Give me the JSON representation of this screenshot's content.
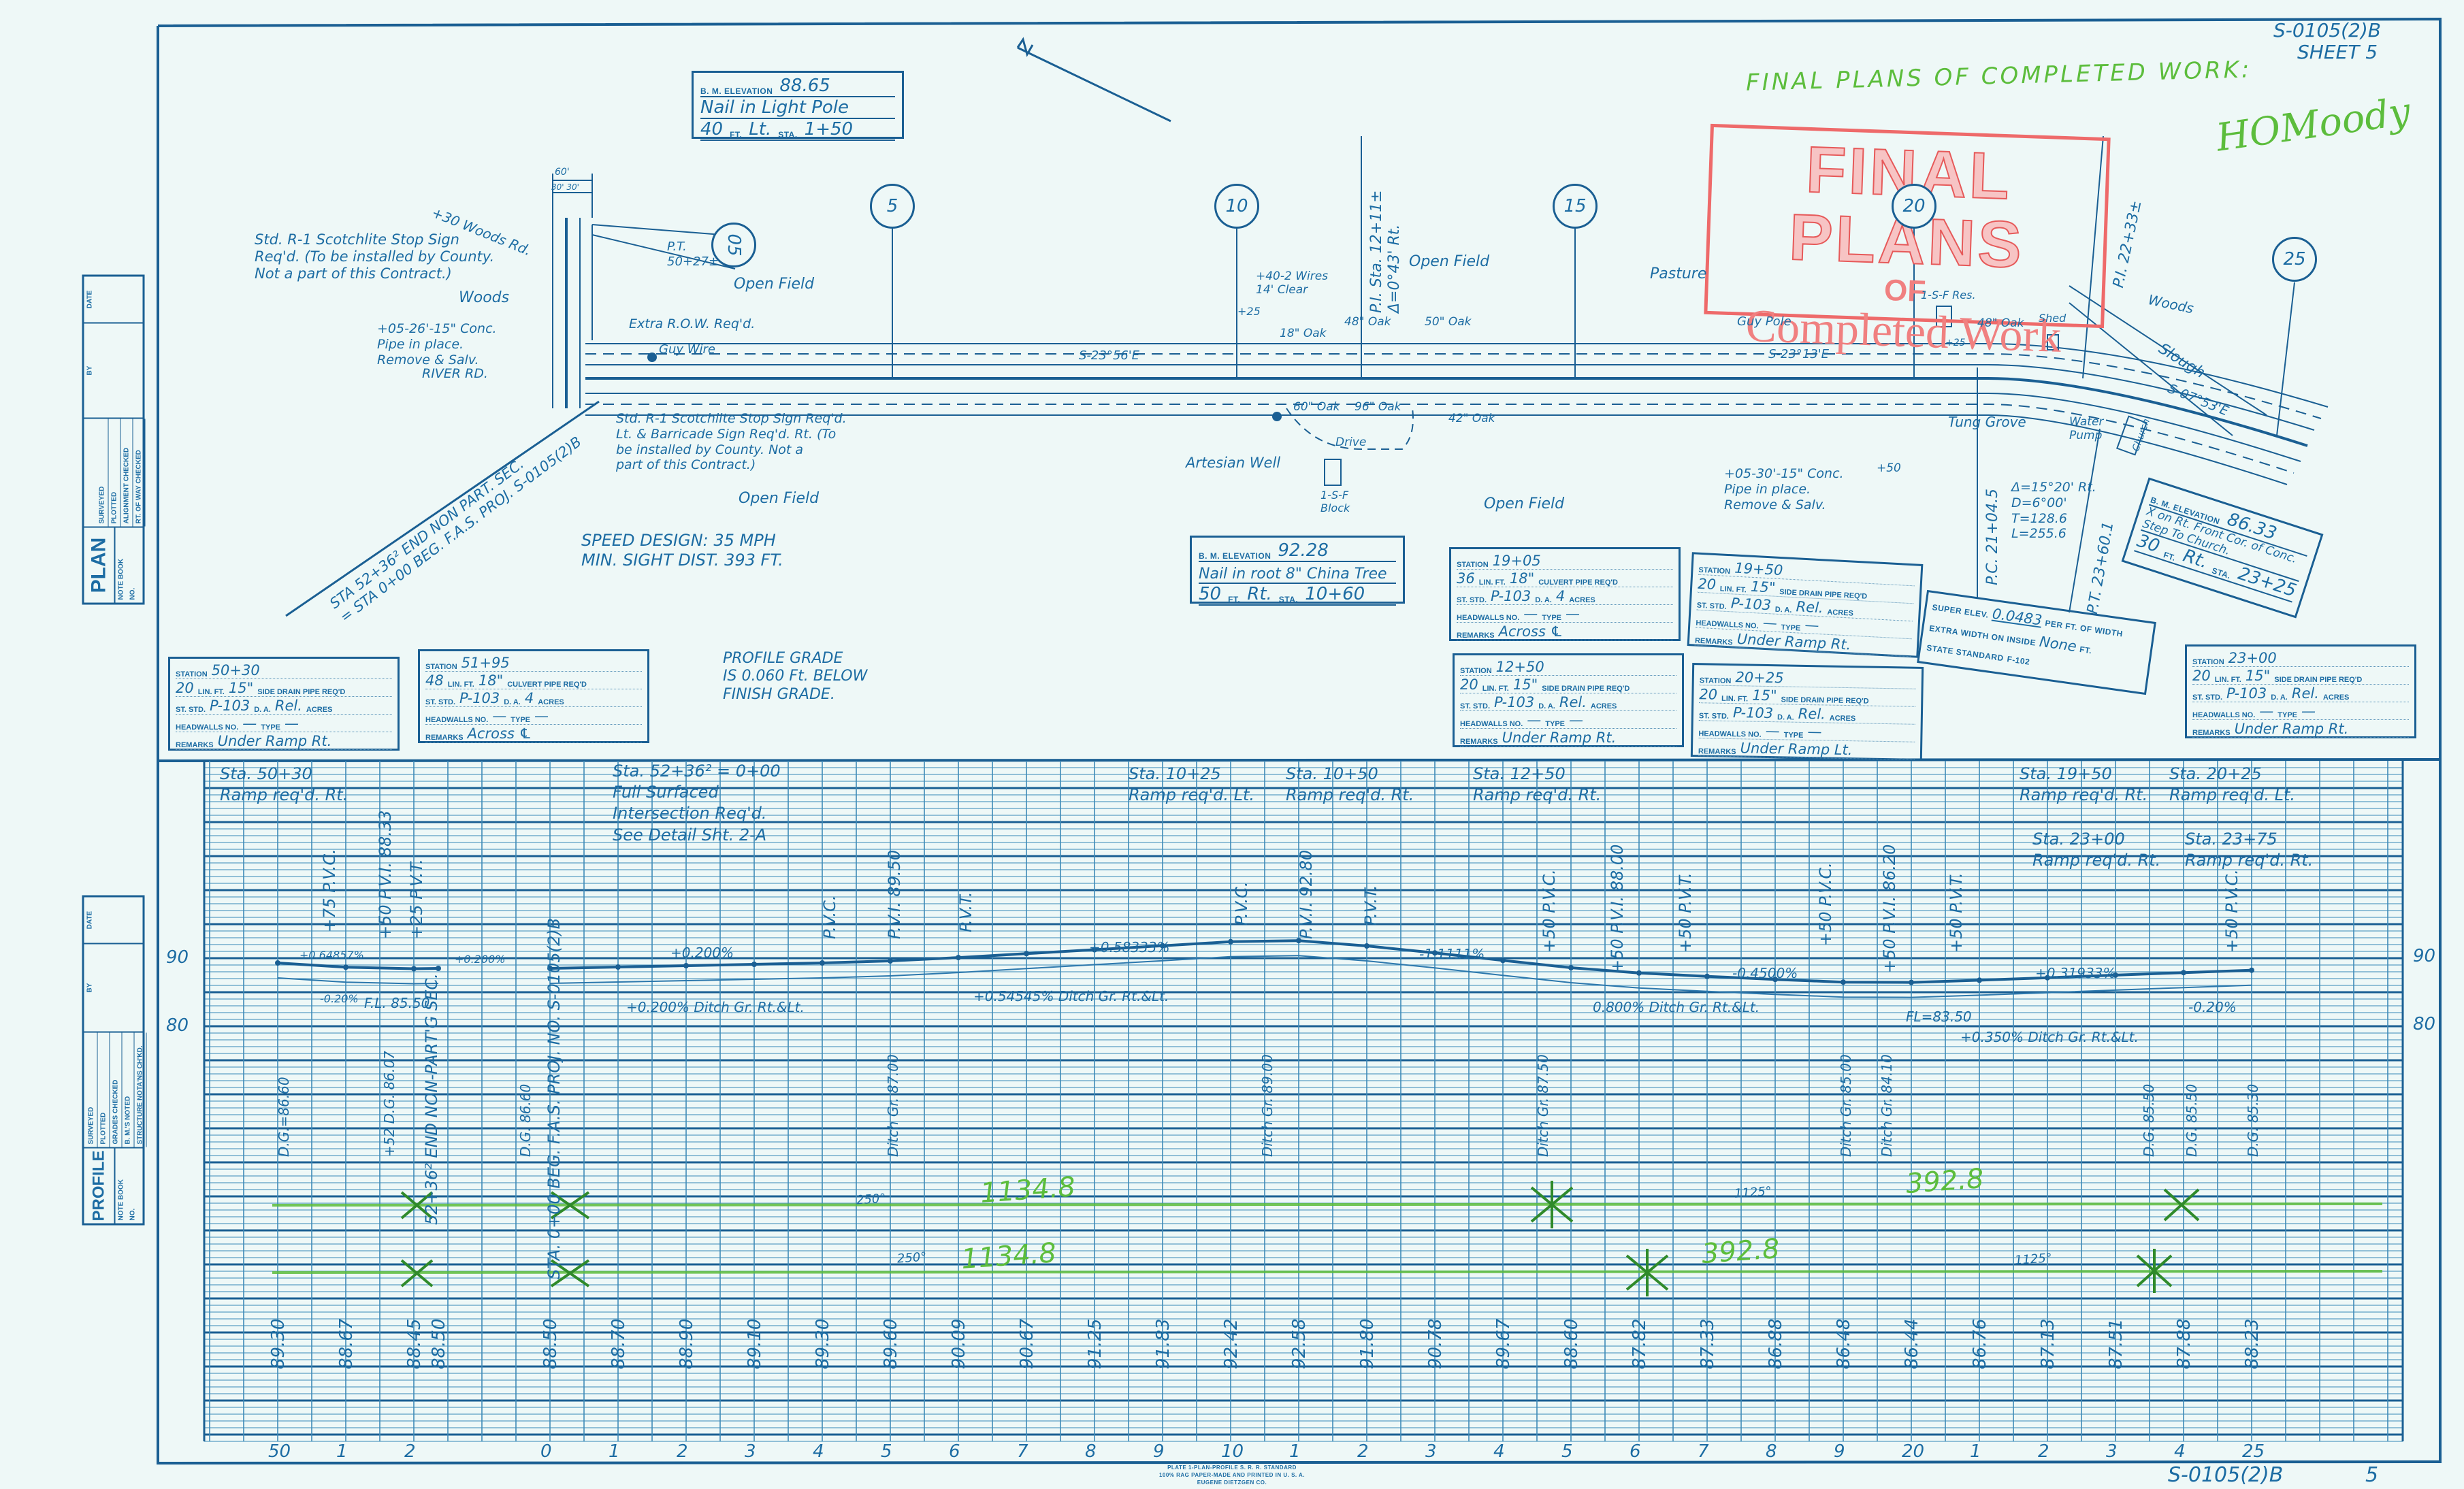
{
  "colors": {
    "ink": "#1c6ca3",
    "line": "#1a5f93",
    "grid": "#4c95bf",
    "check": "#5cbd3c",
    "stamp": "#ee6a6a",
    "paper": "#eef8f7"
  },
  "header": {
    "project": "S-0105(2)B",
    "sheet": "SHEET 5",
    "final_note": "FINAL PLANS OF COMPLETED WORK:",
    "signature": "HOMoody"
  },
  "stamp": {
    "line1": "FINAL PLANS",
    "line2": "OF",
    "line3": "Completed Work"
  },
  "bm_label": "B. M. ELEVATION",
  "ft_label": "FT.",
  "sta_label": "STA.",
  "bm_boxes": [
    {
      "elevation": "88.65",
      "description": "Nail in Light Pole",
      "offset": "40",
      "side": "Lt.",
      "station": "1+50"
    },
    {
      "elevation": "92.28",
      "description": "Nail in root 8\" China Tree",
      "offset": "50",
      "side": "Rt.",
      "station": "10+60"
    },
    {
      "elevation": "86.33",
      "description": "X on Rt. Front Cor. of Conc. Step To Church.",
      "offset": "30",
      "side": "Rt.",
      "station": "23+25"
    }
  ],
  "pipe_form": {
    "station": "STATION",
    "lin_ft": "LIN. FT.",
    "st_std": "ST. STD.",
    "da": "D. A.",
    "acres": "ACRES",
    "headwalls": "HEADWALLS NO.",
    "type": "TYPE",
    "remarks": "REMARKS"
  },
  "pipe_boxes": [
    {
      "station": "50+30",
      "lin_ft": "20",
      "size": "15\"",
      "kind": "SIDE DRAIN PIPE REQ'D",
      "st_std": "P-103",
      "da": "Rel.",
      "headwalls": "—",
      "type": "—",
      "remarks": "Under Ramp Rt."
    },
    {
      "station": "51+95",
      "lin_ft": "48",
      "size": "18\"",
      "kind": "CULVERT PIPE REQ'D",
      "st_std": "P-103",
      "da": "4",
      "headwalls": "—",
      "type": "—",
      "remarks": "Across ℄"
    },
    {
      "station": "19+05",
      "lin_ft": "36",
      "size": "18\"",
      "kind": "CULVERT PIPE REQ'D",
      "st_std": "P-103",
      "da": "4",
      "headwalls": "—",
      "type": "—",
      "remarks": "Across ℄"
    },
    {
      "station": "19+50",
      "lin_ft": "20",
      "size": "15\"",
      "kind": "SIDE DRAIN PIPE REQ'D",
      "st_std": "P-103",
      "da": "Rel.",
      "headwalls": "—",
      "type": "—",
      "remarks": "Under Ramp Rt."
    },
    {
      "station": "12+50",
      "lin_ft": "20",
      "size": "15\"",
      "kind": "SIDE DRAIN PIPE REQ'D",
      "st_std": "P-103",
      "da": "Rel.",
      "headwalls": "—",
      "type": "—",
      "remarks": "Under Ramp Rt."
    },
    {
      "station": "20+25",
      "lin_ft": "20",
      "size": "15\"",
      "kind": "SIDE DRAIN PIPE REQ'D",
      "st_std": "P-103",
      "da": "Rel.",
      "headwalls": "—",
      "type": "—",
      "remarks": "Under Ramp Lt."
    },
    {
      "station": "23+00",
      "lin_ft": "20",
      "size": "15\"",
      "kind": "SIDE DRAIN PIPE REQ'D",
      "st_std": "P-103",
      "da": "Rel.",
      "headwalls": "—",
      "type": "—",
      "remarks": "Under Ramp Rt."
    }
  ],
  "superelevation": {
    "label1": "SUPER ELEV.",
    "value": "0.0483",
    "label2": "PER FT. OF WIDTH",
    "label3": "EXTRA WIDTH ON INSIDE",
    "extra": "None",
    "label4": "FT.",
    "label5": "STATE STANDARD",
    "standard": "F-102"
  },
  "plan": {
    "stations": [
      "05",
      "5",
      "10",
      "15",
      "20",
      "25"
    ],
    "notes": [
      "Std. R-1 Scotchlite Stop Sign\nReq'd. (To be installed by County.\nNot a part of this Contract.)",
      "+30 Woods Rd.",
      "P.T.\n50+27±",
      "Woods",
      "Open Field",
      "+05-26'-15\" Conc.\nPipe in place.\nRemove & Salv.",
      "Extra R.O.W. Req'd.",
      "Guy Wire",
      "RIVER RD.",
      "Std. R-1 Scotchlite Stop Sign Req'd.\nLt. & Barricade Sign Req'd. Rt. (To\nbe installed by County. Not a\npart of this Contract.)",
      "Open Field",
      "STA 52+36² END NON PART. SEC.\n= STA 0+00 BEG. F.A.S. PROJ. S-0105(2)B",
      "SPEED DESIGN: 35 MPH\nMIN. SIGHT DIST. 393 FT.",
      "PROFILE GRADE\nIS 0.060 Ft. BELOW\nFINISH GRADE.",
      "S-23°56'E",
      "P.I. Sta. 12+11±\nΔ=0°43' Rt.",
      "Open Field",
      "+40-2 Wires\n14' Clear",
      "+25",
      "18\" Oak",
      "48\" Oak",
      "50\" Oak",
      "60\" Oak",
      "96\" Oak",
      "42\" Oak",
      "Drive",
      "Artesian Well",
      "1-S-F\nBlock",
      "Open Field",
      "Pasture",
      "Guy Pole",
      "S-23°13'E",
      "1-S-F Res.",
      "48\" Oak",
      "Shed",
      "P.I. 22+33±",
      "Woods",
      "Slough",
      "S-07°53'E",
      "Tung Grove",
      "Water\nPump",
      "Church",
      "+50",
      "+05-30'-15\" Conc.\nPipe in place.\nRemove & Salv.",
      "P.C. 21+04.5",
      "Δ=15°20' Rt.\nD=6°00'\nT=128.6\nL=255.6",
      "P.T. 23+60.1",
      "60'",
      "30'  30'",
      "+25"
    ]
  },
  "plan_box": {
    "title": "PLAN",
    "note_book": "NOTE BOOK",
    "no": "NO.",
    "rows": [
      "SURVEYED",
      "PLOTTED",
      "ALIGNMENT CHECKED",
      "RT. OF WAY CHECKED"
    ],
    "by": "BY",
    "date": "DATE"
  },
  "profile_box": {
    "title": "PROFILE",
    "note_book": "NOTE BOOK",
    "no": "NO.",
    "rows": [
      "SURVEYED",
      "PLOTTED",
      "GRADES CHECKED",
      "B. M.'S NOTED",
      "STRUCTURE NOTA'NS CH'KD."
    ],
    "by": "BY",
    "date": "DATE"
  },
  "profile": {
    "elev_labels": [
      "90",
      "80"
    ],
    "notes": [
      "Sta. 50+30\nRamp req'd. Rt.",
      "Sta. 52+36² = 0+00\nFull Surfaced\nIntersection Req'd.\nSee Detail Sht. 2-A",
      "Sta. 10+25\nRamp req'd. Lt.",
      "Sta. 10+50\nRamp req'd. Rt.",
      "Sta. 12+50\nRamp req'd. Rt.",
      "Sta. 19+50\nRamp req'd. Rt.",
      "Sta. 20+25\nRamp req'd. Lt.",
      "Sta. 23+00\nRamp req'd. Rt.",
      "Sta. 23+75\nRamp req'd. Rt."
    ],
    "vertical_labels": [
      "+75 P.V.C.",
      "+50 P.V.I. 88.33",
      "+25 P.V.T.",
      "52+36² END NON-PART'G SEC.",
      "STA. 0+00 BEG. F.A.S. PROJ. NO. S-0105(2)B",
      "P.V.C.",
      "P.V.I. 89.50",
      "P.V.T.",
      "P.V.C.",
      "P.V.I. 92.80",
      "P.V.T.",
      "+50 P.V.C.",
      "+50 P.V.I. 88.00",
      "+50 P.V.T.",
      "+50 P.V.C.",
      "+50 P.V.I. 86.20",
      "+50 P.V.T.",
      "+50 P.V.C."
    ],
    "ditch_labels": [
      "D.G.=86.60",
      "+52 D.G. 86.07",
      "D.G. 86.60",
      "Ditch Gr. 87.00",
      "Ditch Gr. 89.00",
      "Ditch Gr. 87.50",
      "Ditch Gr. 85.00",
      "Ditch Gr. 84.10",
      "D.G. 85.50",
      "D.G. 85.50",
      "D.G. 85.30"
    ],
    "grade_labels": [
      "+0.64857%",
      "-0.20%",
      "F.L. 85.50",
      "+0.200%",
      "+0.200%",
      "+0.200% Ditch Gr. Rt.&Lt.",
      "+0.58333%",
      "+0.54545% Ditch Gr. Rt.&Lt.",
      "-1.1111%",
      "-0.4500%",
      "0.800% Ditch Gr. Rt.&Lt.",
      "FL=83.50",
      "+0.350% Ditch Gr. Rt.&Lt.",
      "+0.31933%",
      "-0.20%"
    ],
    "green_marks": [
      "1134.8",
      "1134.8",
      "392.8",
      "392.8",
      "250°",
      "250°",
      "1125°",
      "1125°"
    ],
    "elevations": [
      {
        "station": 50,
        "value": "89.30"
      },
      {
        "station": 51,
        "value": "88.67"
      },
      {
        "station": 52,
        "value": "88.45"
      },
      {
        "station": 52.36,
        "value": "88.50"
      },
      {
        "station": 0,
        "value": "88.50"
      },
      {
        "station": 1,
        "value": "88.70"
      },
      {
        "station": 2,
        "value": "88.90"
      },
      {
        "station": 3,
        "value": "89.10"
      },
      {
        "station": 4,
        "value": "89.30"
      },
      {
        "station": 5,
        "value": "89.60"
      },
      {
        "station": 6,
        "value": "90.09"
      },
      {
        "station": 7,
        "value": "90.67"
      },
      {
        "station": 8,
        "value": "91.25"
      },
      {
        "station": 9,
        "value": "91.83"
      },
      {
        "station": 10,
        "value": "92.42"
      },
      {
        "station": 11,
        "value": "92.58"
      },
      {
        "station": 12,
        "value": "91.80"
      },
      {
        "station": 13,
        "value": "90.78"
      },
      {
        "station": 14,
        "value": "89.67"
      },
      {
        "station": 15,
        "value": "88.60"
      },
      {
        "station": 16,
        "value": "87.82"
      },
      {
        "station": 17,
        "value": "87.33"
      },
      {
        "station": 18,
        "value": "86.88"
      },
      {
        "station": 19,
        "value": "86.48"
      },
      {
        "station": 20,
        "value": "86.44"
      },
      {
        "station": 21,
        "value": "86.76"
      },
      {
        "station": 22,
        "value": "87.13"
      },
      {
        "station": 23,
        "value": "87.51"
      },
      {
        "station": 24,
        "value": "87.88"
      },
      {
        "station": 25,
        "value": "88.23"
      }
    ],
    "station_axis": [
      {
        "label": "50",
        "station": 50
      },
      {
        "label": "1",
        "station": 51
      },
      {
        "label": "2",
        "station": 52
      },
      {
        "label": "0",
        "station": 0
      },
      {
        "label": "1",
        "station": 1
      },
      {
        "label": "2",
        "station": 2
      },
      {
        "label": "3",
        "station": 3
      },
      {
        "label": "4",
        "station": 4
      },
      {
        "label": "5",
        "station": 5
      },
      {
        "label": "6",
        "station": 6
      },
      {
        "label": "7",
        "station": 7
      },
      {
        "label": "8",
        "station": 8
      },
      {
        "label": "9",
        "station": 9
      },
      {
        "label": "10",
        "station": 10
      },
      {
        "label": "1",
        "station": 11
      },
      {
        "label": "2",
        "station": 12
      },
      {
        "label": "3",
        "station": 13
      },
      {
        "label": "4",
        "station": 14
      },
      {
        "label": "5",
        "station": 15
      },
      {
        "label": "6",
        "station": 16
      },
      {
        "label": "7",
        "station": 17
      },
      {
        "label": "8",
        "station": 18
      },
      {
        "label": "9",
        "station": 19
      },
      {
        "label": "20",
        "station": 20
      },
      {
        "label": "1",
        "station": 21
      },
      {
        "label": "2",
        "station": 22
      },
      {
        "label": "3",
        "station": 23
      },
      {
        "label": "4",
        "station": 24
      },
      {
        "label": "25",
        "station": 25
      }
    ]
  },
  "footer": {
    "plate": "PLATE 1-PLAN-PROFILE S. R. R. STANDARD\n100% RAG PAPER-MADE AND PRINTED IN U. S. A.\nEUGENE DIETZGEN CO.",
    "project": "S-0105(2)B",
    "sheet": "5"
  }
}
